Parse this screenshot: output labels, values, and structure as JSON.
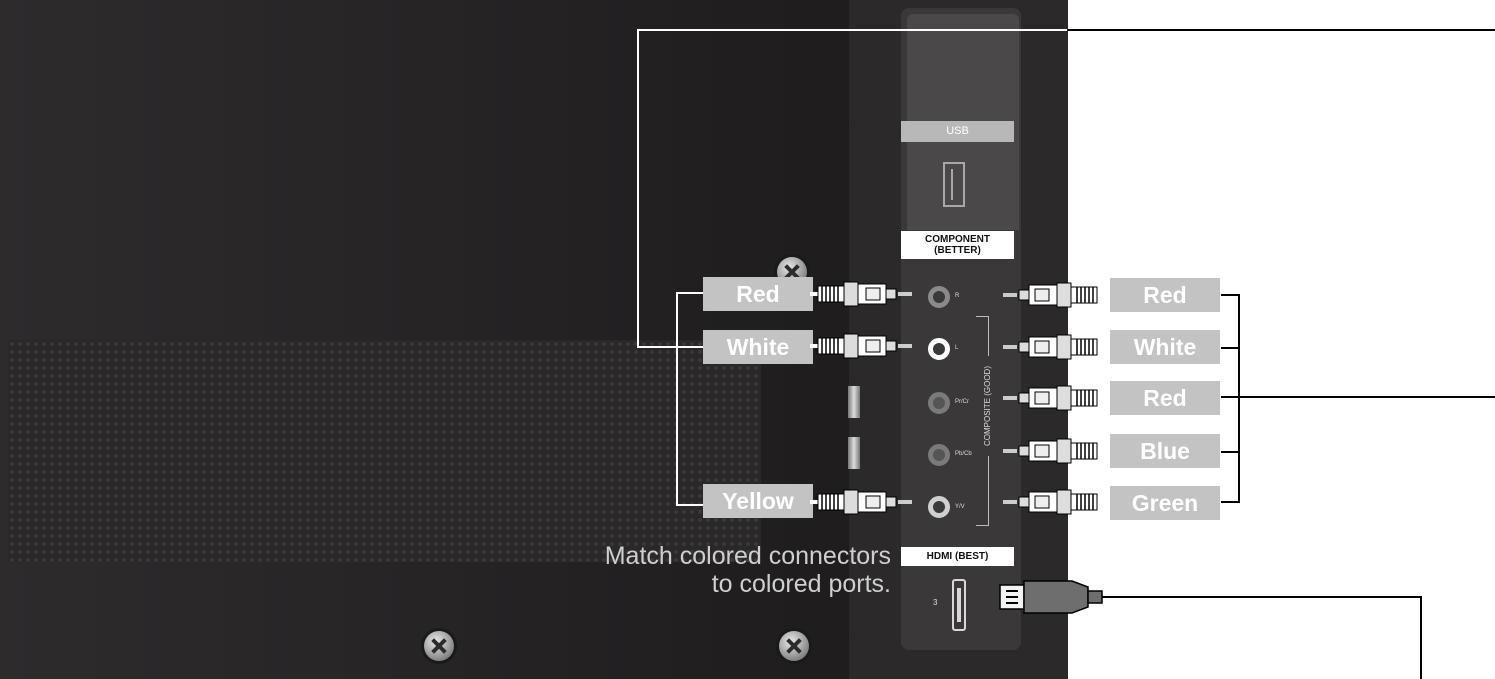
{
  "panel_labels": {
    "usb": "USB",
    "component": "COMPONENT\n(BETTER)",
    "composite": "COMPOSITE (GOOD)",
    "hdmi": "HDMI (BEST)",
    "hdmi_port_number": "3"
  },
  "jack_labels": [
    "R",
    "L",
    "Pr/Cr",
    "Pb/Cb",
    "Y/V"
  ],
  "left_cable_labels": [
    "Red",
    "White",
    "Yellow"
  ],
  "right_cable_labels": [
    "Red",
    "White",
    "Red",
    "Blue",
    "Green"
  ],
  "caption": "Match colored connectors\nto colored ports.",
  "colors": {
    "tv_back": "#262425",
    "port_panel": "#3a3839",
    "cable_label_bg": "#c3c3c3",
    "caption_text": "#cfcfcf",
    "outer_line": "#000000"
  }
}
